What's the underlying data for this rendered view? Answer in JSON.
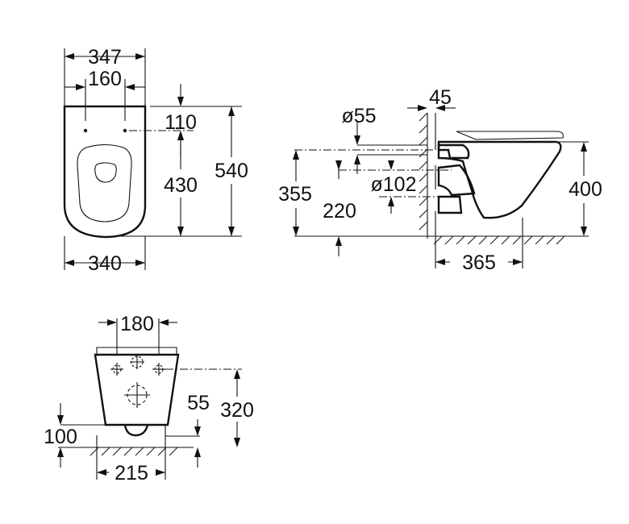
{
  "drawing": {
    "front_view": {
      "overall_width": "347",
      "fixing_spacing": "160",
      "top_to_fixing": "110",
      "fixing_to_bottom": "430",
      "overall_depth": "540",
      "bottom_width": "340"
    },
    "side_view": {
      "wall_offset": "45",
      "inlet_diameter": "ø55",
      "outlet_diameter": "ø102",
      "inlet_height": "355",
      "outlet_height": "220",
      "rim_height": "400",
      "projection": "365"
    },
    "rear_view": {
      "fixing_spacing": "180",
      "outlet_to_fixing": "55",
      "fixing_height": "320",
      "outlet_height": "100",
      "base_width": "215"
    }
  }
}
